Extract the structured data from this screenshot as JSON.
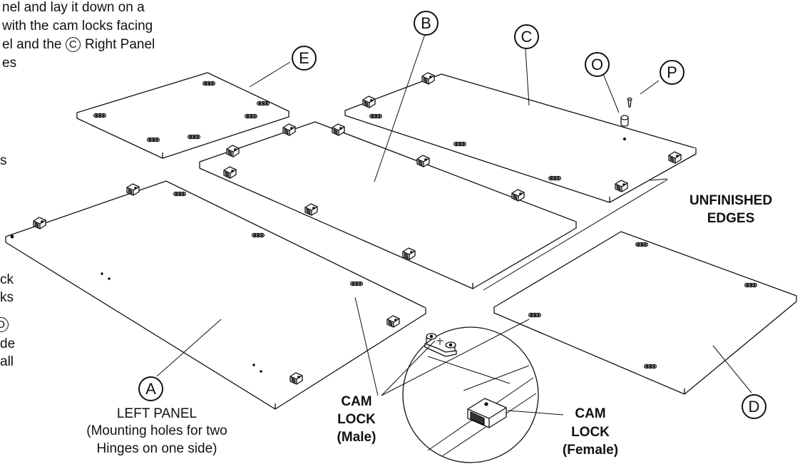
{
  "instruction_lines": [
    "nel and lay it down on a",
    "with the cam locks facing",
    "el and the",
    "Right Panel",
    "es"
  ],
  "instruction_callout": "C",
  "left_fragments": [
    "s",
    "ck",
    "ks",
    "de",
    "all"
  ],
  "left_fragment_callout": "D",
  "callouts": {
    "A": "A",
    "B": "B",
    "C": "C",
    "D": "D",
    "E": "E",
    "O": "O",
    "P": "P"
  },
  "labels": {
    "left_panel_title": "LEFT PANEL",
    "left_panel_note_1": "(Mounting holes for two",
    "left_panel_note_2": "Hinges on one side)",
    "unfinished_1": "UNFINISHED",
    "unfinished_2": "EDGES",
    "cam_male_1": "CAM",
    "cam_male_2": "LOCK",
    "cam_male_3": "(Male)",
    "cam_female_1": "CAM",
    "cam_female_2": "LOCK",
    "cam_female_3": "(Female)"
  }
}
